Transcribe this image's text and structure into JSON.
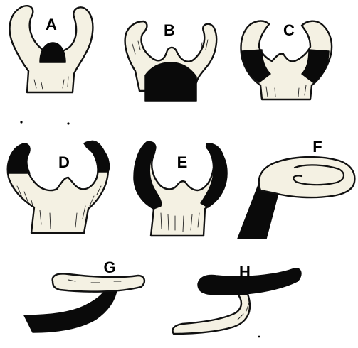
{
  "panels": [
    {
      "id": "A",
      "label": "A"
    },
    {
      "id": "B",
      "label": "B"
    },
    {
      "id": "C",
      "label": "C"
    },
    {
      "id": "D",
      "label": "D"
    },
    {
      "id": "E",
      "label": "E"
    },
    {
      "id": "F",
      "label": "F"
    },
    {
      "id": "G",
      "label": "G"
    },
    {
      "id": "H",
      "label": "H"
    }
  ],
  "colors": {
    "ink": "#0a0a0a",
    "tissue": "#f4f1e3",
    "background": "#ffffff"
  }
}
